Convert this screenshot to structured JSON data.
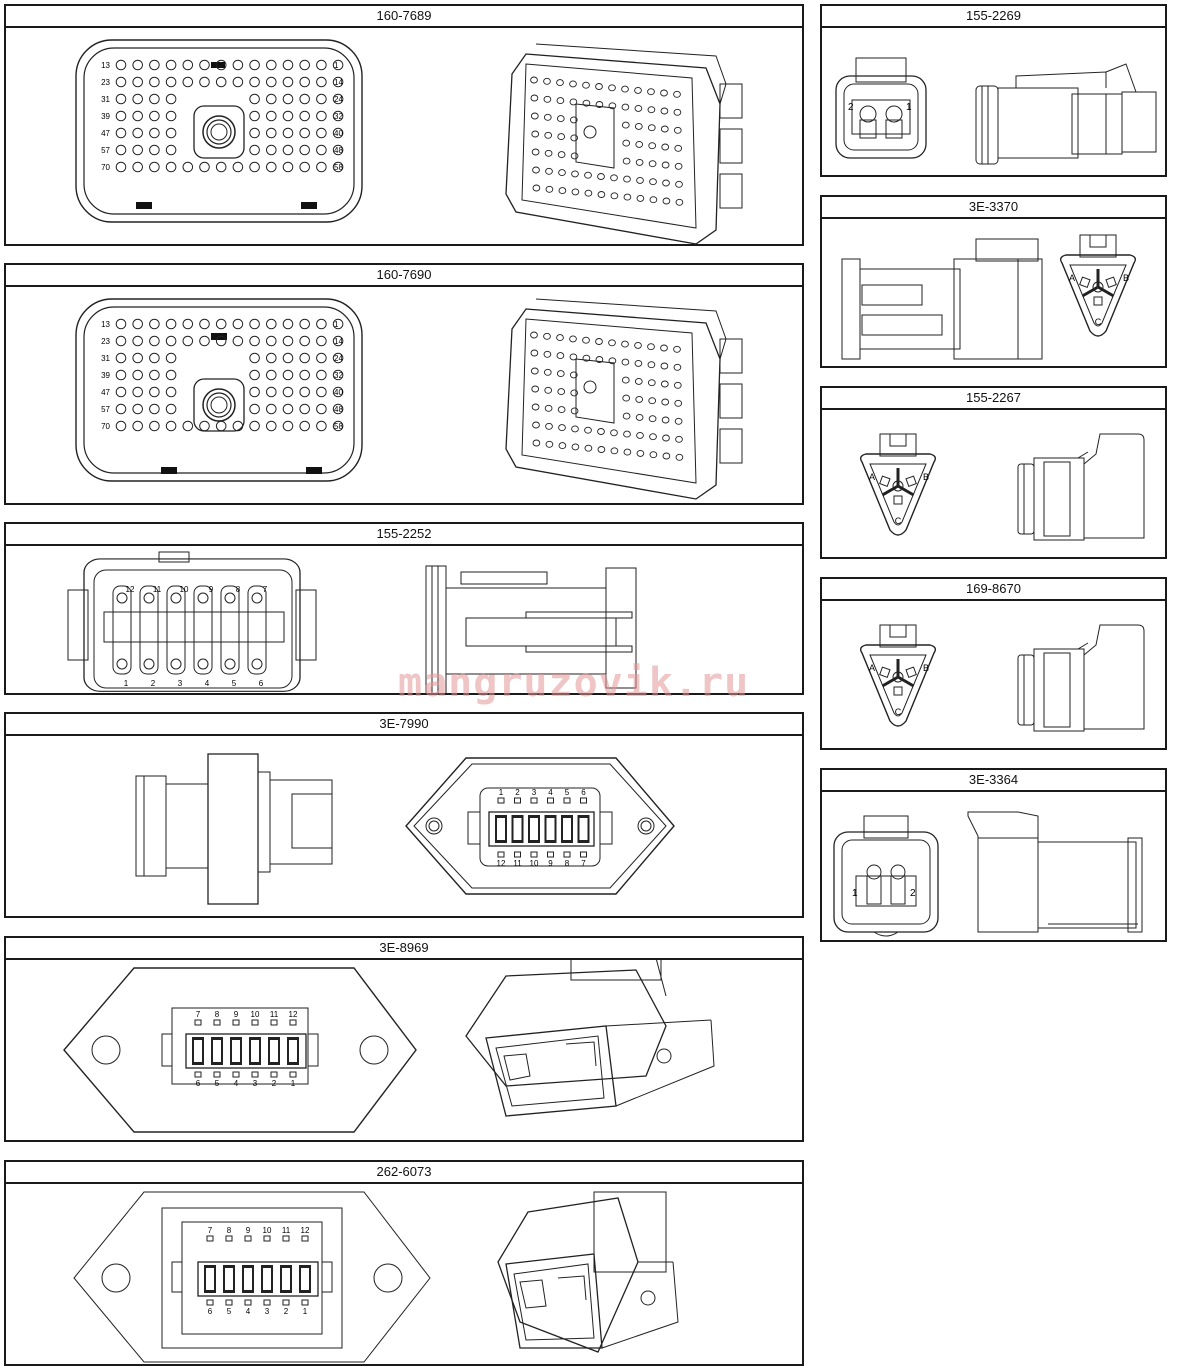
{
  "panels": {
    "p160_7689": {
      "title": "160-7689"
    },
    "p160_7690": {
      "title": "160-7690"
    },
    "p155_2252": {
      "title": "155-2252"
    },
    "p3e_7990": {
      "title": "3E-7990"
    },
    "p3e_8969": {
      "title": "3E-8969"
    },
    "p262_6073": {
      "title": "262-6073"
    },
    "p155_2269": {
      "title": "155-2269"
    },
    "p3e_3370": {
      "title": "3E-3370"
    },
    "p155_2267": {
      "title": "155-2267"
    },
    "p169_8670": {
      "title": "169-8670"
    },
    "p3e_3364": {
      "title": "3E-3364"
    }
  },
  "large_connector": {
    "left_row_labels": [
      "13",
      "23",
      "31",
      "39",
      "47",
      "57",
      "70"
    ],
    "right_row_labels": [
      "1",
      "14",
      "24",
      "32",
      "40",
      "48",
      "58"
    ]
  },
  "c12_pins": {
    "top": [
      "12",
      "11",
      "10",
      "9",
      "8",
      "7"
    ],
    "bottom": [
      "1",
      "2",
      "3",
      "4",
      "5",
      "6"
    ]
  },
  "c7990_pins": {
    "top": [
      "1",
      "2",
      "3",
      "4",
      "5",
      "6"
    ],
    "bottom": [
      "12",
      "11",
      "10",
      "9",
      "8",
      "7"
    ]
  },
  "c8969_pins": {
    "top": [
      "7",
      "8",
      "9",
      "10",
      "11",
      "12"
    ],
    "bottom": [
      "6",
      "5",
      "4",
      "3",
      "2",
      "1"
    ]
  },
  "two_pin_2269": {
    "left": "2",
    "right": "1"
  },
  "two_pin_3364": {
    "left": "1",
    "right": "2"
  },
  "three_pin": {
    "a": "A",
    "b": "B",
    "c": "C"
  },
  "watermark": "mangruzovik.ru"
}
